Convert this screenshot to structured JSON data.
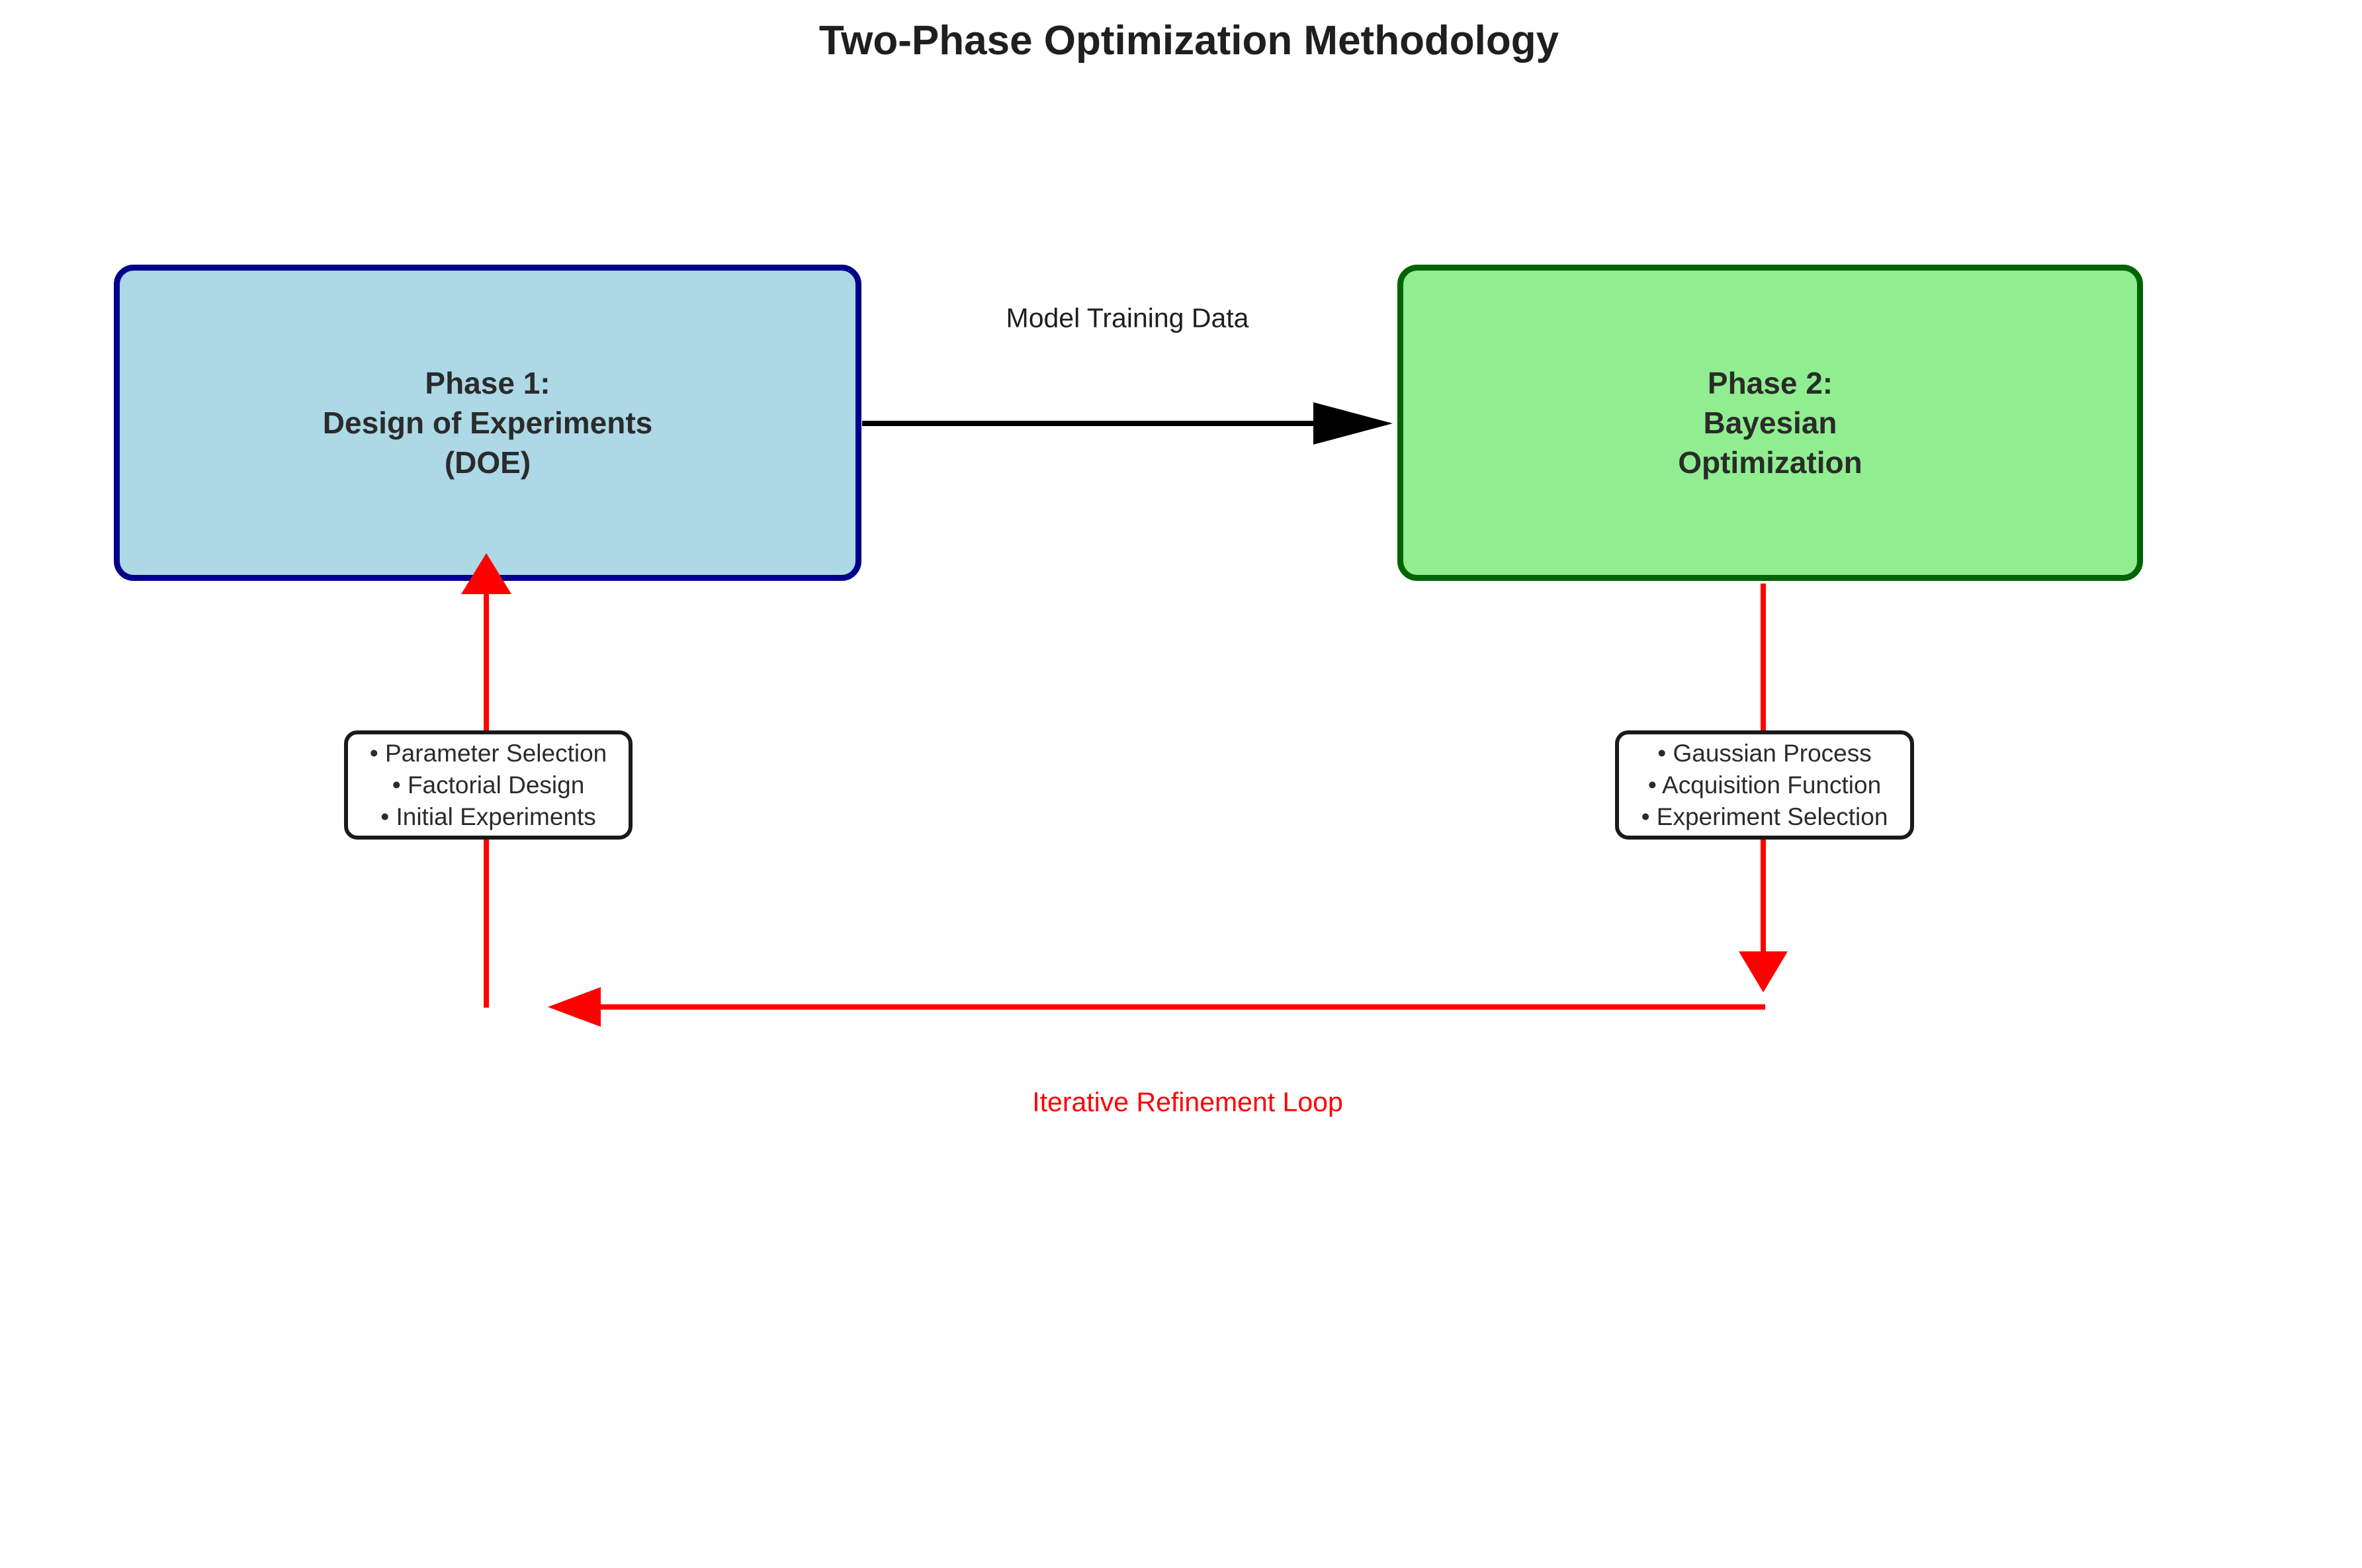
{
  "title": "Two-Phase Optimization Methodology",
  "phase1": {
    "lines": [
      "Phase 1:",
      "Design of Experiments",
      "(DOE)"
    ]
  },
  "phase2": {
    "lines": [
      "Phase 2:",
      "Bayesian",
      "Optimization"
    ]
  },
  "arrow_label": "Model Training Data",
  "phase1_details": {
    "items": [
      "• Parameter Selection",
      "• Factorial Design",
      "• Initial Experiments"
    ]
  },
  "phase2_details": {
    "items": [
      "• Gaussian Process",
      "• Acquisition Function",
      "• Experiment Selection"
    ]
  },
  "loop_label": "Iterative Refinement Loop",
  "colors": {
    "background": "#FFFFFF",
    "phase1_fill": "#ADD8E6",
    "phase1_border": "#00008B",
    "phase2_fill": "#90EE90",
    "phase2_border": "#006400",
    "detail_fill": "#FFFFFF",
    "detail_border": "#1A1A1A",
    "text_dark": "#2B2B2B",
    "connector_black": "#000000",
    "loop_red": "#FF0000"
  }
}
